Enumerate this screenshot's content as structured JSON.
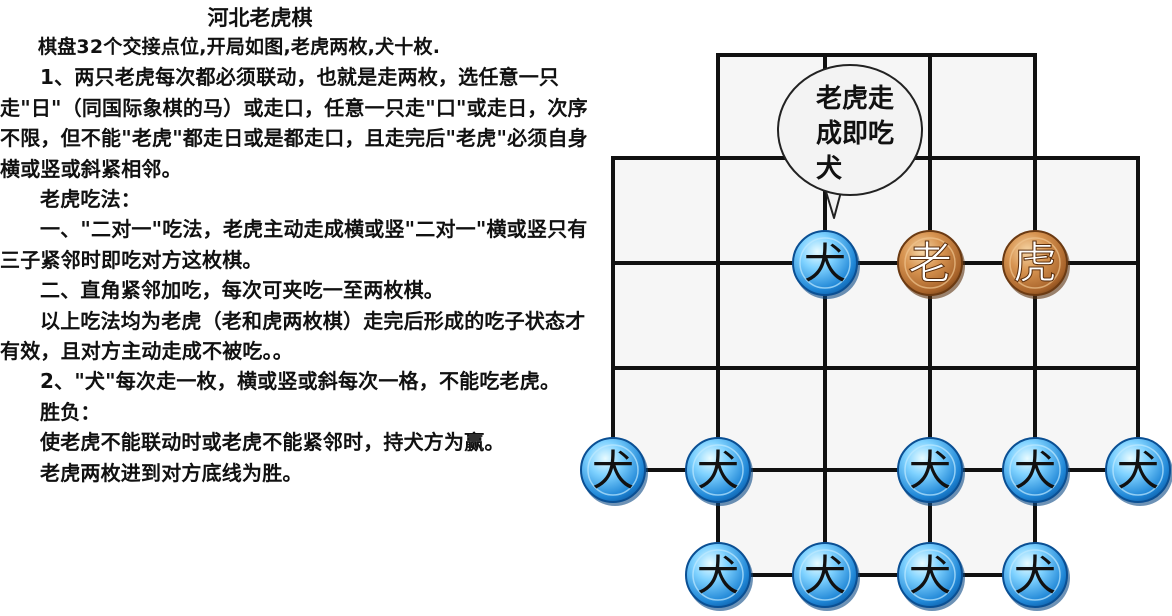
{
  "title": "河北老虎棋",
  "paragraphs": [
    "棋盘32个交接点位,开局如图,老虎两枚,犬十枚.",
    "1、两只老虎每次都必须联动，也就是走两枚，选任意一只走\"日\"（同国际象棋的马）或走口，任意一只走\"口\"或走日，次序不限，但不能\"老虎\"都走日或是都走口，且走完后\"老虎\"必须自身横或竖或斜紧相邻。",
    "老虎吃法：",
    "一、\"二对一\"吃法，老虎主动走成横或竖\"二对一\"横或竖只有三子紧邻时即吃对方这枚棋。",
    "二、直角紧邻加吃，每次可夹吃一至两枚棋。",
    "以上吃法均为老虎（老和虎两枚棋）走完后形成的吃子状态才有效，且对方主动走成不被吃。。",
    "2、\"犬\"每次走一枚，横或竖或斜每次一格，不能吃老虎。",
    "胜负：",
    "使老虎不能联动时或老虎不能紧邻时，持犬方为赢。",
    "老虎两枚进到对方底线为胜。"
  ],
  "speech_bubble": {
    "lines": [
      "老虎走",
      "成即吃",
      "犬"
    ]
  },
  "pieces": {
    "dog_label": "犬",
    "tigers": [
      {
        "label": "老",
        "col": 3,
        "row": 2
      },
      {
        "label": "虎",
        "col": 4,
        "row": 2
      }
    ],
    "dogs": [
      {
        "col": 2,
        "row": 2
      },
      {
        "col": 0,
        "row": 4
      },
      {
        "col": 1,
        "row": 4
      },
      {
        "col": 3,
        "row": 4
      },
      {
        "col": 4,
        "row": 4
      },
      {
        "col": 5,
        "row": 4
      },
      {
        "col": 1,
        "row": 5
      },
      {
        "col": 2,
        "row": 5
      },
      {
        "col": 3,
        "row": 5
      },
      {
        "col": 4,
        "row": 5
      }
    ]
  },
  "colors": {
    "board_line": "#111111",
    "board_fill": "#f6f6f6",
    "dog_piece": "#2f8fd8",
    "tiger_piece": "#b8753a"
  }
}
